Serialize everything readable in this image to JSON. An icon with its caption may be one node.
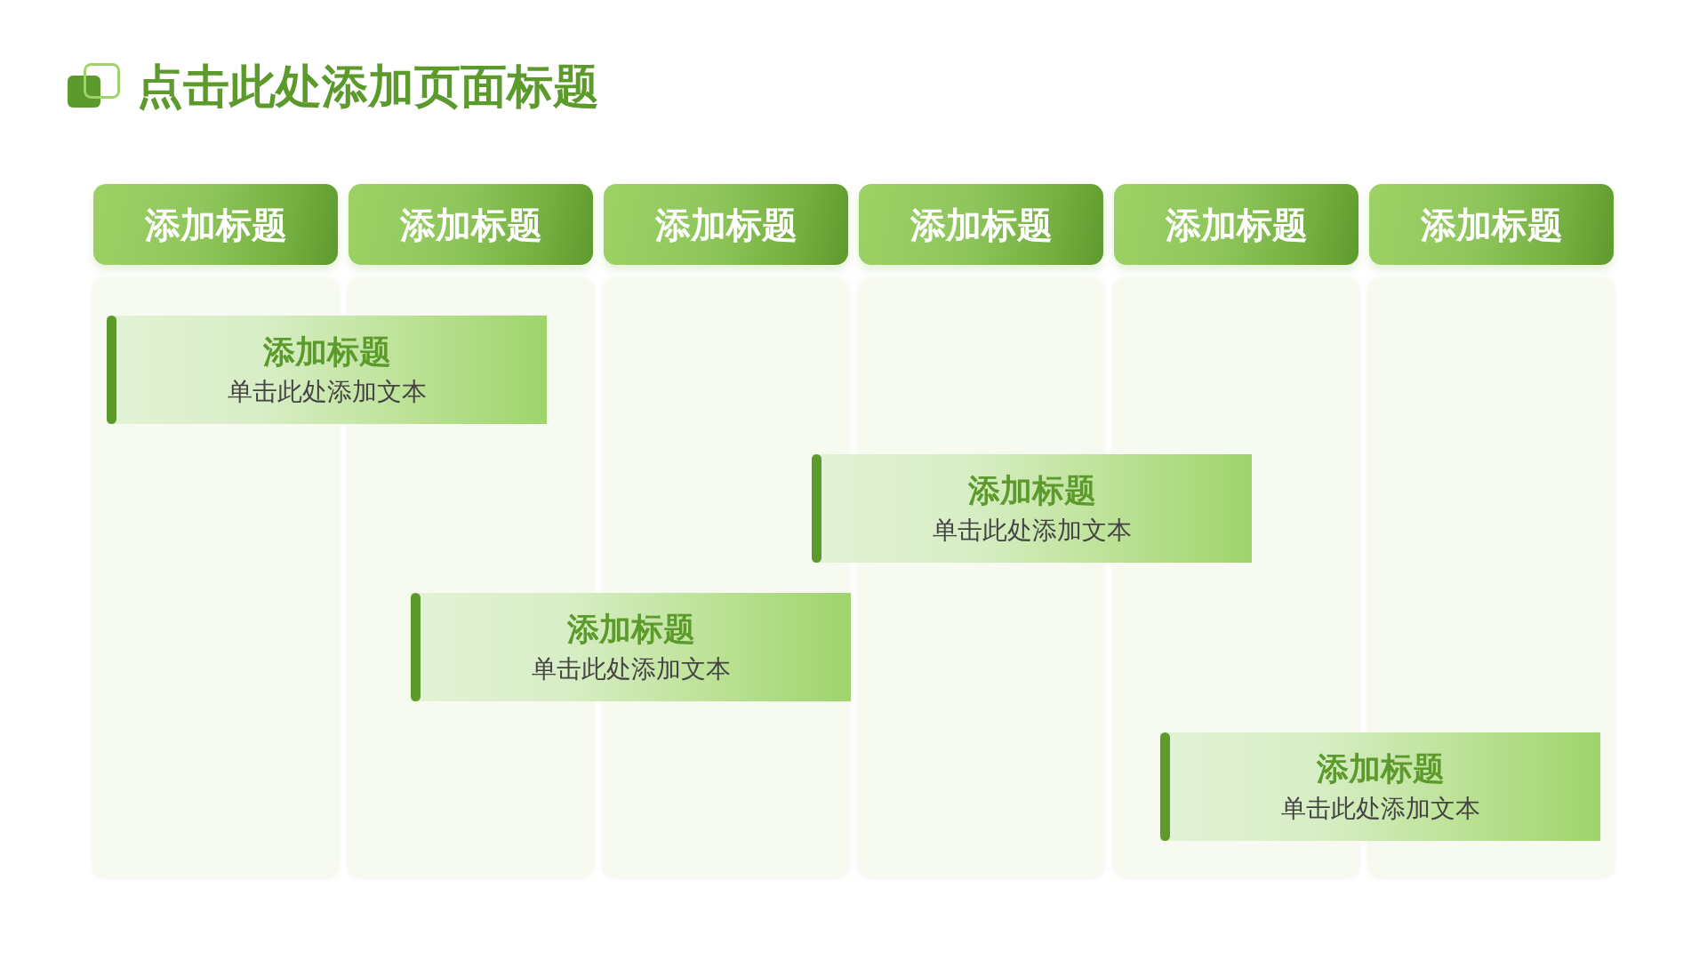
{
  "diagram": {
    "title": "点击此处添加页面标题",
    "nodes": [
      {
        "text": [
          "添加标题"
        ]
      },
      {
        "text": [
          "添加标题"
        ]
      },
      {
        "text": [
          "添加标题"
        ]
      },
      {
        "text": [
          "添加标题"
        ]
      },
      {
        "text": [
          "添加标题"
        ]
      },
      {
        "text": [
          "添加标题"
        ]
      },
      {
        "text": [],
        "shape": "band"
      },
      {
        "text": [],
        "shape": "band"
      },
      {
        "text": [],
        "shape": "band"
      },
      {
        "text": [],
        "shape": "band"
      },
      {
        "text": [],
        "shape": "band"
      },
      {
        "text": [],
        "shape": "band"
      },
      {
        "text": [
          "添加标题",
          "单击此处添加文本"
        ]
      },
      {
        "text": [
          "添加标题",
          "单击此处添加文本"
        ]
      },
      {
        "text": [
          "添加标题",
          "单击此处添加文本"
        ]
      },
      {
        "text": [
          "添加标题",
          "单击此处添加文本"
        ]
      }
    ]
  }
}
